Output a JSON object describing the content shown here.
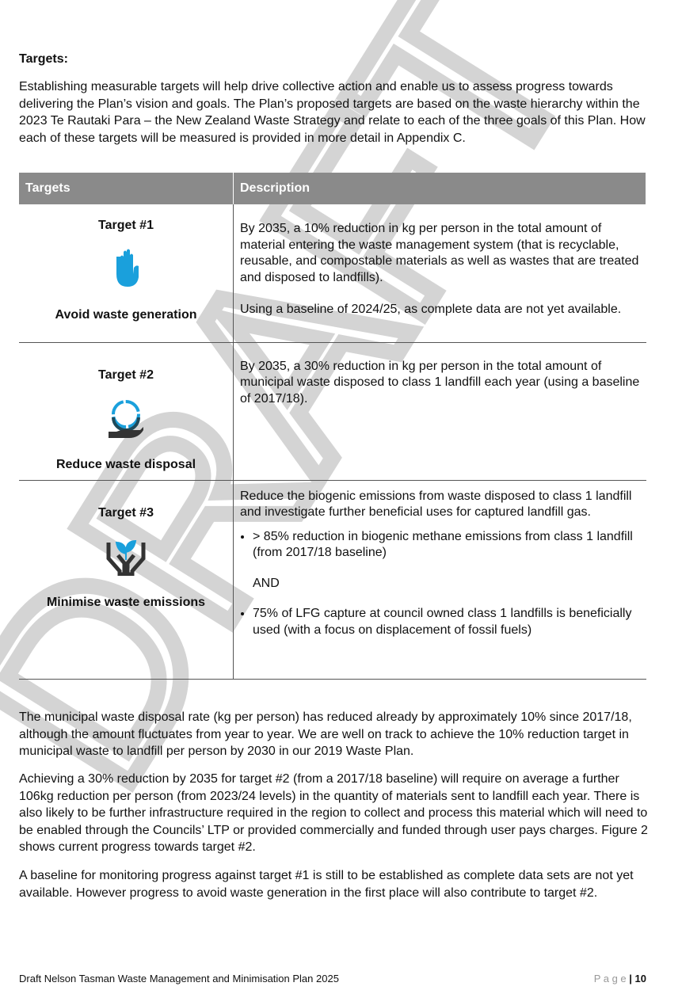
{
  "heading": "Targets:",
  "intro": "Establishing measurable targets will help drive collective action and enable us to assess progress towards delivering the Plan’s vision and goals. The Plan’s proposed targets are based on the waste hierarchy within the 2023 Te Rautaki Para – the New Zealand Waste Strategy and relate to each of the three goals of this Plan. How each of these targets will be measured is provided in more detail in Appendix C.",
  "table": {
    "headers": [
      "Targets",
      "Description"
    ],
    "rows": [
      {
        "target": "Target #1",
        "icon": "raised-hand-icon",
        "name": "Avoid waste generation",
        "desc": [
          "By 2035, a 10% reduction in kg per person in the total amount of material entering the waste management system (that is recyclable, reusable, and compostable materials as well as wastes that are treated and disposed to landfills).",
          "Using a baseline of 2024/25, as complete data are not yet available."
        ]
      },
      {
        "target": "Target #2",
        "icon": "circle-in-hand-icon",
        "name": "Reduce waste disposal",
        "desc": [
          "By 2035, a 30% reduction in kg per person in the total amount of municipal waste disposed to class 1 landfill each year (using a baseline of 2017/18)."
        ]
      },
      {
        "target": "Target #3",
        "icon": "seedling-hands-icon",
        "name": "Minimise waste emissions",
        "desc": [
          "Reduce the biogenic emissions from waste disposed to class 1 landfill and investigate further beneficial uses for captured landfill gas."
        ],
        "bullets": [
          "> 85% reduction in biogenic methane emissions from class 1 landfill (from 2017/18 baseline)",
          "75% of LFG capture at council owned class 1 landfills is beneficially used (with a focus on displacement of fossil fuels)"
        ],
        "and": "AND"
      }
    ]
  },
  "paragraphs": [
    "The municipal waste disposal rate (kg per person) has reduced already by approximately 10% since 2017/18, although the amount fluctuates from year to year. We are well on track to achieve the 10% reduction target in municipal waste to landfill per person by 2030 in our 2019 Waste Plan.",
    "Achieving a 30% reduction by 2035 for target #2 (from a 2017/18 baseline) will require on average a further 106kg reduction per person (from 2023/24 levels) in the quantity of materials sent to landfill each year. There is also likely to be further infrastructure required in the region to collect and process this material which will need to be enabled through the Councils’ LTP or provided commercially and funded through user pays charges. Figure 2 shows current progress towards target #2.",
    "A baseline for monitoring progress against target #1 is still to be established as complete data sets are not yet available. However progress to avoid waste generation in the first place will also contribute to target #2."
  ],
  "watermark": "DRAFT",
  "footer": {
    "title": "Draft Nelson Tasman Waste Management and Minimisation Plan 2025",
    "page_label": "P a g e",
    "page_number": "| 10"
  },
  "colors": {
    "header_bg": "#8a8a8a",
    "icon_blue": "#1aa0dc",
    "watermark": "#d9d9d9"
  }
}
